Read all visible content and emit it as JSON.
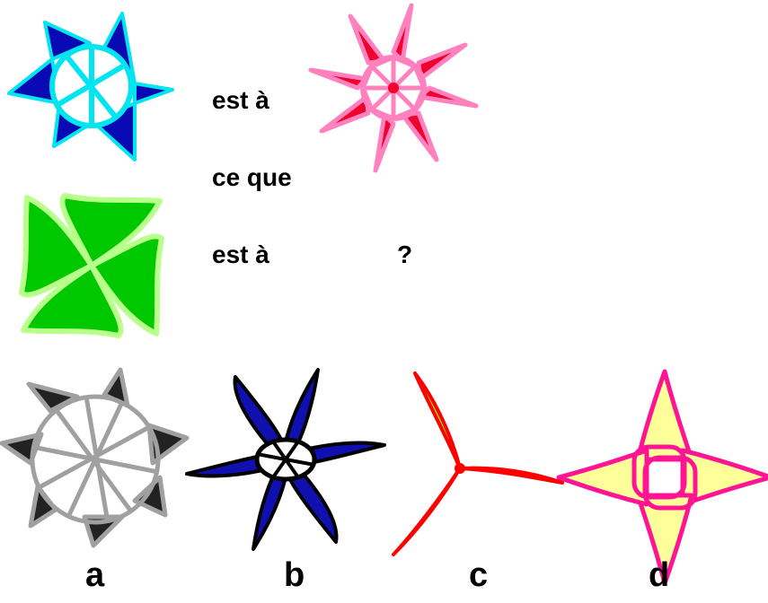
{
  "prompt": {
    "line1": "est à",
    "line2": "ce que",
    "line3": "est à",
    "question_mark": "?"
  },
  "options": [
    {
      "label": "a"
    },
    {
      "label": "b"
    },
    {
      "label": "c"
    },
    {
      "label": "d"
    }
  ],
  "figures": {
    "top_left": {
      "icon": "cyan-blue-6-point-pinwheel-icon",
      "fill": "#0a0ab4",
      "outline": "#00e5f0"
    },
    "top_right": {
      "icon": "pink-red-8-point-pinwheel-icon",
      "fill": "#f0002d",
      "outline": "#ff82be"
    },
    "mid_left": {
      "icon": "green-4-blade-pinwheel-icon",
      "fill": "#00c800",
      "outline": "#b9ff8c"
    },
    "option_a": {
      "icon": "gray-black-7-point-pinwheel-icon",
      "fill": "#222222",
      "outline": "#a0a0a0"
    },
    "option_b": {
      "icon": "blue-black-6-point-pinwheel-icon",
      "fill": "#1010b0",
      "outline": "#000000"
    },
    "option_c": {
      "icon": "green-red-3-blade-propeller-icon",
      "fill": "#8cf000",
      "outline": "#ff0000"
    },
    "option_d": {
      "icon": "yellow-magenta-4-point-pinwheel-icon",
      "fill": "#ffff9a",
      "outline": "#ff1493"
    }
  }
}
